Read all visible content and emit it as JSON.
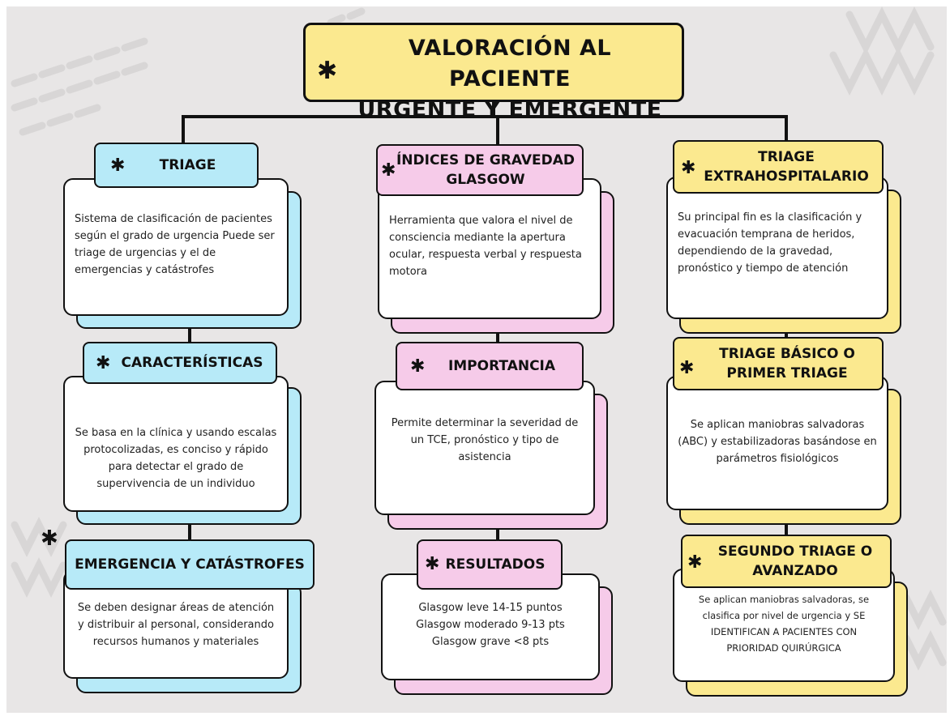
{
  "title": {
    "line1": "VALORACIÓN AL PACIENTE",
    "line2": "URGENTE Y EMERGENTE"
  },
  "colors": {
    "blue": "#b7eaf8",
    "pink": "#f6cbe9",
    "yellow": "#fbe98f",
    "background": "#e8e6e6"
  },
  "icons": {
    "star": "asterisk-star-icon"
  },
  "columns": [
    {
      "color": "blue",
      "nodes": [
        {
          "heading": [
            "TRIAGE"
          ],
          "text": "Sistema de clasificación de pacientes según el grado de urgencia Puede ser triage de urgencias y el de emergencias y catástrofes"
        },
        {
          "heading": [
            "CARACTERÍSTICAS"
          ],
          "text": "Se basa en la clínica y usando escalas protocolizadas, es conciso y rápido para detectar el grado de supervivencia de un individuo"
        },
        {
          "heading": [
            "EMERGENCIA Y CATÁSTROFES"
          ],
          "text": "Se deben designar áreas de atención y distribuir al personal, considerando recursos humanos y materiales"
        }
      ]
    },
    {
      "color": "pink",
      "nodes": [
        {
          "heading": [
            "ÍNDICES DE GRAVEDAD",
            "GLASGOW"
          ],
          "text": "Herramienta que valora el nivel de consciencia mediante la apertura ocular, respuesta verbal y respuesta motora"
        },
        {
          "heading": [
            "IMPORTANCIA"
          ],
          "text": "Permite determinar la severidad de un TCE, pronóstico y tipo de asistencia"
        },
        {
          "heading": [
            "RESULTADOS"
          ],
          "lines": [
            "Glasgow leve 14-15 puntos",
            "Glasgow moderado 9-13 pts",
            "Glasgow  grave <8 pts"
          ]
        }
      ]
    },
    {
      "color": "yellow",
      "nodes": [
        {
          "heading": [
            "TRIAGE",
            "EXTRAHOSPITALARIO"
          ],
          "text": "Su principal fin es la clasificación y evacuación temprana de heridos, dependiendo de la gravedad, pronóstico y tiempo de atención"
        },
        {
          "heading": [
            "TRIAGE BÁSICO O",
            "PRIMER TRIAGE"
          ],
          "text": "Se aplican maniobras salvadoras (ABC) y estabilizadoras basándose en parámetros fisiológicos"
        },
        {
          "heading": [
            "SEGUNDO TRIAGE O",
            "AVANZADO"
          ],
          "text": "Se aplican maniobras salvadoras, se clasifica por nivel de urgencia y SE IDENTIFICAN A PACIENTES CON PRIORIDAD QUIRÚRGICA"
        }
      ]
    }
  ]
}
